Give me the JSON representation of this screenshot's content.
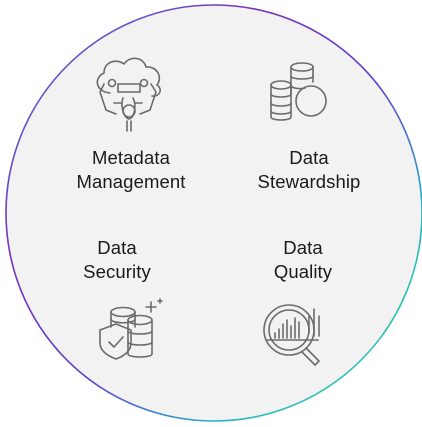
{
  "quadrants": [
    {
      "key": "metadata",
      "line1": "Metadata",
      "line2": "Management",
      "icon": "cloud-gear-icon"
    },
    {
      "key": "stewardship",
      "line1": "Data",
      "line2": "Stewardship",
      "icon": "database-coins-icon"
    },
    {
      "key": "security",
      "line1": "Data",
      "line2": "Security",
      "icon": "database-shield-icon"
    },
    {
      "key": "quality",
      "line1": "Data",
      "line2": "Quality",
      "icon": "magnifier-chart-icon"
    }
  ],
  "colors": {
    "fill": "#f2f2f2",
    "stroke": "#8a8a8a",
    "icon": "#6b6b6b",
    "gradient": [
      "#2f9cf0",
      "#7b2fb5",
      "#2fb8a8",
      "#3ad99a"
    ]
  }
}
